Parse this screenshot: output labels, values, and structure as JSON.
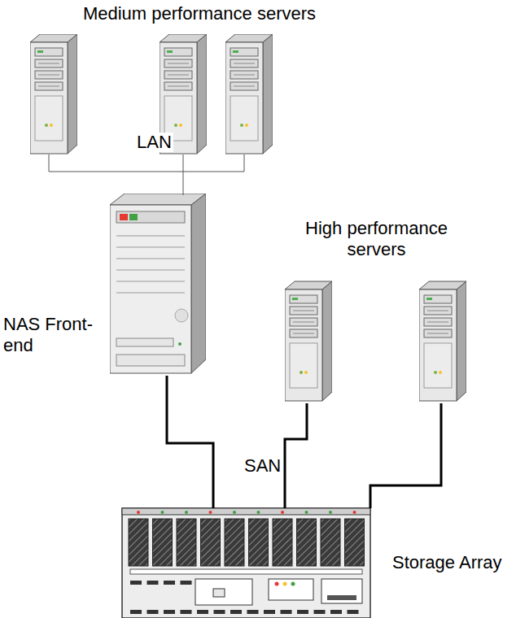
{
  "diagram": {
    "nodes": [
      {
        "text": [
          "Medium performance servers"
        ]
      },
      {
        "text": [
          "NAS Front-end"
        ]
      },
      {
        "text": [
          "High performance servers"
        ]
      },
      {
        "text": [
          "Storage Array"
        ]
      }
    ],
    "edges": [
      {
        "from": 0,
        "to": 1,
        "label": "LAN",
        "arrow": "none"
      },
      {
        "from": 1,
        "to": 3,
        "arrow": "none"
      },
      {
        "from": 2,
        "to": 3,
        "label": "SAN",
        "arrow": "none"
      }
    ]
  }
}
